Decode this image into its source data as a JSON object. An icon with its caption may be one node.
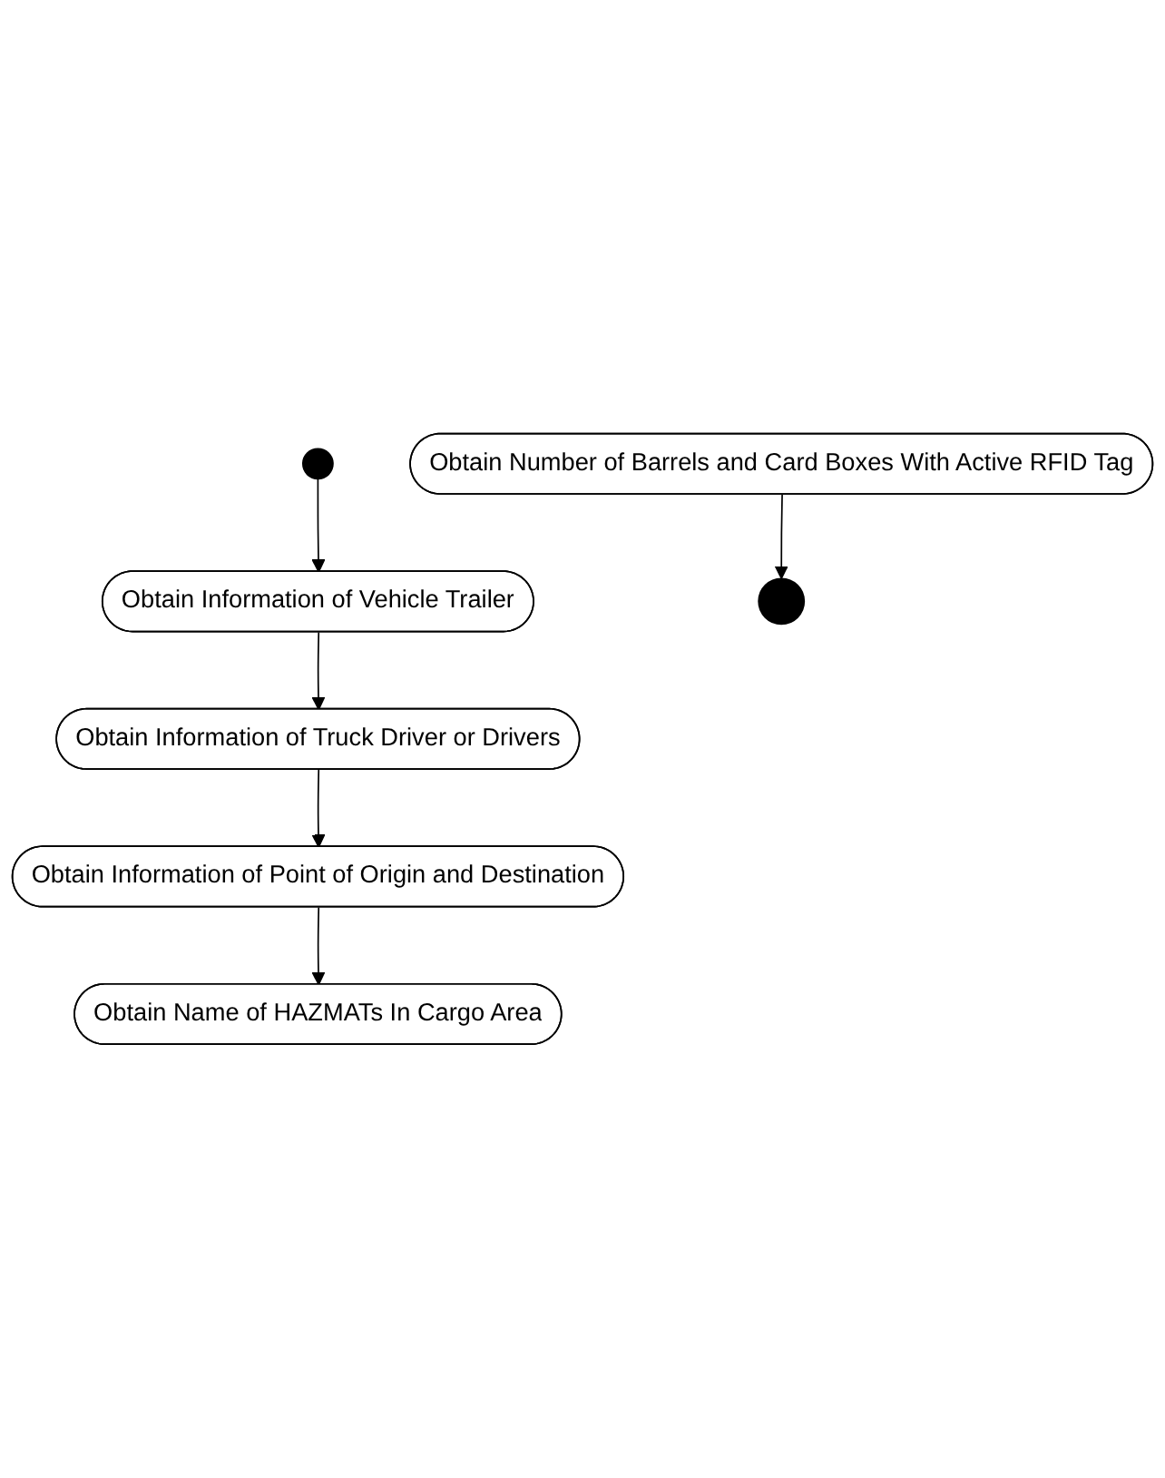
{
  "diagram": {
    "nodes": [
      {
        "text": [],
        "shape": "circle"
      },
      {
        "text": [
          "Obtain Information of Vehicle Trailer"
        ]
      },
      {
        "text": [
          "Obtain Information of Truck Driver or Drivers"
        ]
      },
      {
        "text": [
          "Obtain Information of Point of Origin and Destination"
        ]
      },
      {
        "text": [
          "Obtain Name of HAZMATs In Cargo Area"
        ]
      },
      {
        "text": [
          "Obtain Number of Barrels and Card Boxes With Active RFID Tag"
        ]
      },
      {
        "text": [],
        "shape": "circle"
      }
    ],
    "edges": [
      {
        "from": 0,
        "to": 1,
        "arrow": "to"
      },
      {
        "from": 1,
        "to": 2,
        "arrow": "to"
      },
      {
        "from": 2,
        "to": 3,
        "arrow": "to"
      },
      {
        "from": 3,
        "to": 4,
        "arrow": "to"
      },
      {
        "from": 5,
        "to": 6,
        "arrow": "to"
      }
    ]
  }
}
